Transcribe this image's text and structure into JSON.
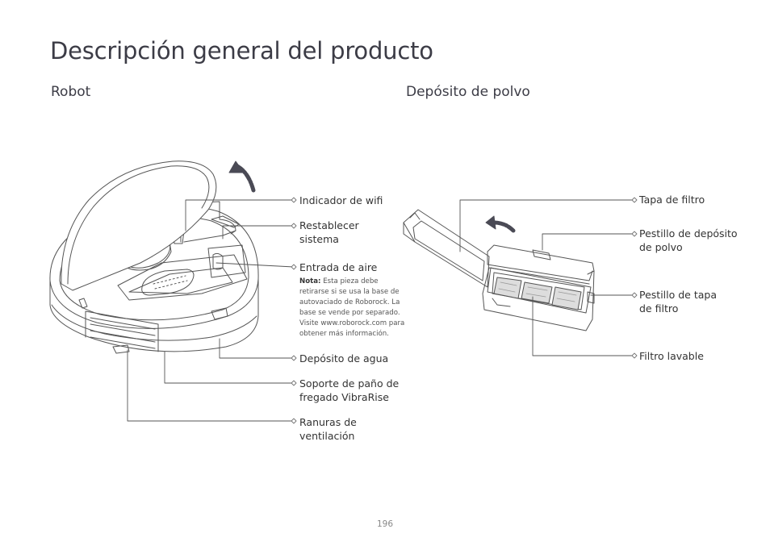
{
  "page_title": "Descripción general del producto",
  "sections": {
    "robot": {
      "title": "Robot",
      "labels": {
        "wifi": "Indicador de wifi",
        "reset_1": "Restablecer",
        "reset_2": "sistema",
        "air": "Entrada de aire",
        "water": "Depósito de agua",
        "mop_1": "Soporte de paño de",
        "mop_2": "fregado VibraRise",
        "vent_1": "Ranuras de",
        "vent_2": "ventilación"
      },
      "note": {
        "prefix": "Nota:",
        "lines": [
          "Esta pieza debe",
          "retirarse si se usa la base de",
          "autovaciado de Roborock. La",
          "base se vende por separado.",
          "Visite www.roborock.com para",
          "obtener más información."
        ]
      }
    },
    "dustbin": {
      "title": "Depósito de polvo",
      "labels": {
        "filter_cover": "Tapa de filtro",
        "bin_latch_1": "Pestillo de depósito",
        "bin_latch_2": "de polvo",
        "cover_latch_1": "Pestillo de tapa",
        "cover_latch_2": "de filtro",
        "washable_filter": "Filtro lavable"
      }
    }
  },
  "page_number": "196",
  "colors": {
    "text": "#3c3c46",
    "line": "#555555",
    "arrow": "#4a4a55"
  }
}
